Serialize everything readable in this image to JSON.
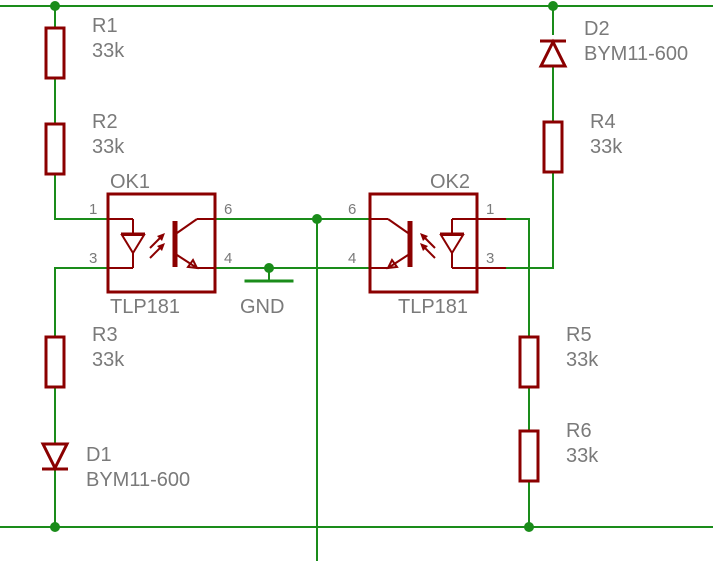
{
  "components": {
    "R1": {
      "name": "R1",
      "value": "33k"
    },
    "R2": {
      "name": "R2",
      "value": "33k"
    },
    "R3": {
      "name": "R3",
      "value": "33k"
    },
    "R4": {
      "name": "R4",
      "value": "33k"
    },
    "R5": {
      "name": "R5",
      "value": "33k"
    },
    "R6": {
      "name": "R6",
      "value": "33k"
    },
    "D1": {
      "name": "D1",
      "value": "BYM11-600"
    },
    "D2": {
      "name": "D2",
      "value": "BYM11-600"
    },
    "OK1": {
      "name": "OK1",
      "value": "TLP181",
      "pins": [
        "1",
        "3",
        "6",
        "4"
      ]
    },
    "OK2": {
      "name": "OK2",
      "value": "TLP181",
      "pins": [
        "6",
        "4",
        "1",
        "3"
      ]
    }
  },
  "net_labels": {
    "gnd": "GND"
  },
  "colors": {
    "wire": "#1a8c1a",
    "part": "#8b0000",
    "text": "#7a7a7a"
  }
}
